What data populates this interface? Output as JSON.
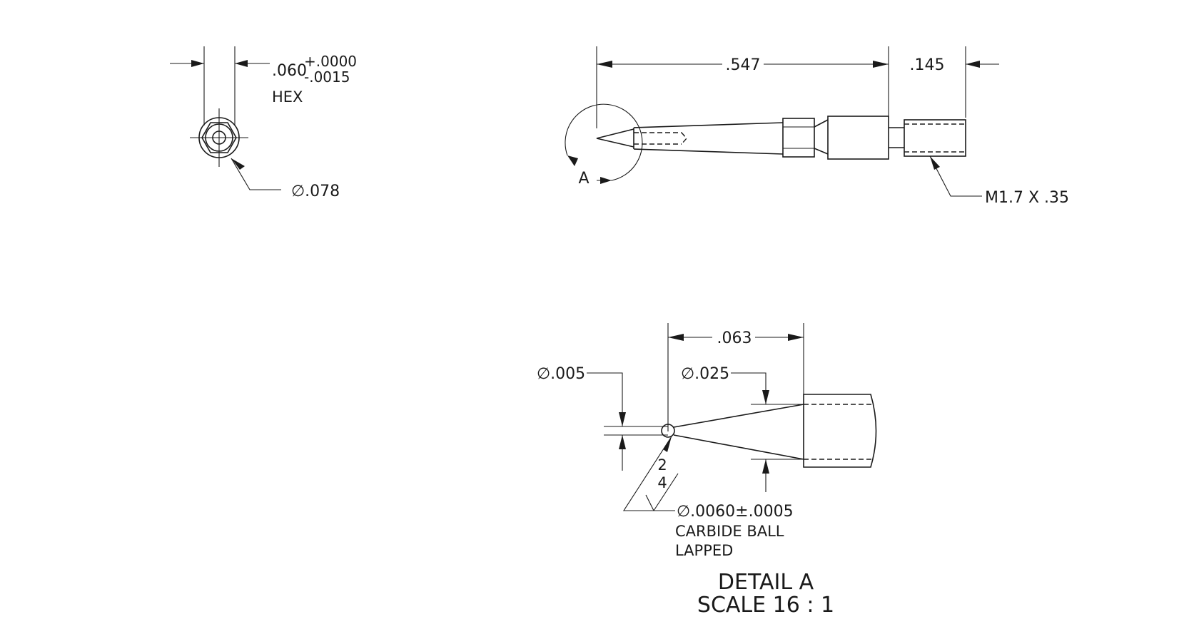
{
  "end_view": {
    "hex_size": ".060",
    "hex_tol_plus": "+.0000",
    "hex_tol_minus": "-.0015",
    "hex_label": "HEX",
    "dia_label": "∅.078"
  },
  "side_view": {
    "length_main": ".547",
    "length_thread": ".145",
    "thread_label": "M1.7 X .35",
    "detail_ref": "A"
  },
  "detail_view": {
    "length_tip": ".063",
    "dia_ball_end": "∅.005",
    "dia_shank": "∅.025",
    "angle_top": "2",
    "angle_bottom": "4",
    "ball_dia": "∅.0060±.0005",
    "ball_note_1": "CARBIDE BALL",
    "ball_note_2": "LAPPED",
    "title_line1": "DETAIL A",
    "title_line2": "SCALE 16 : 1"
  }
}
